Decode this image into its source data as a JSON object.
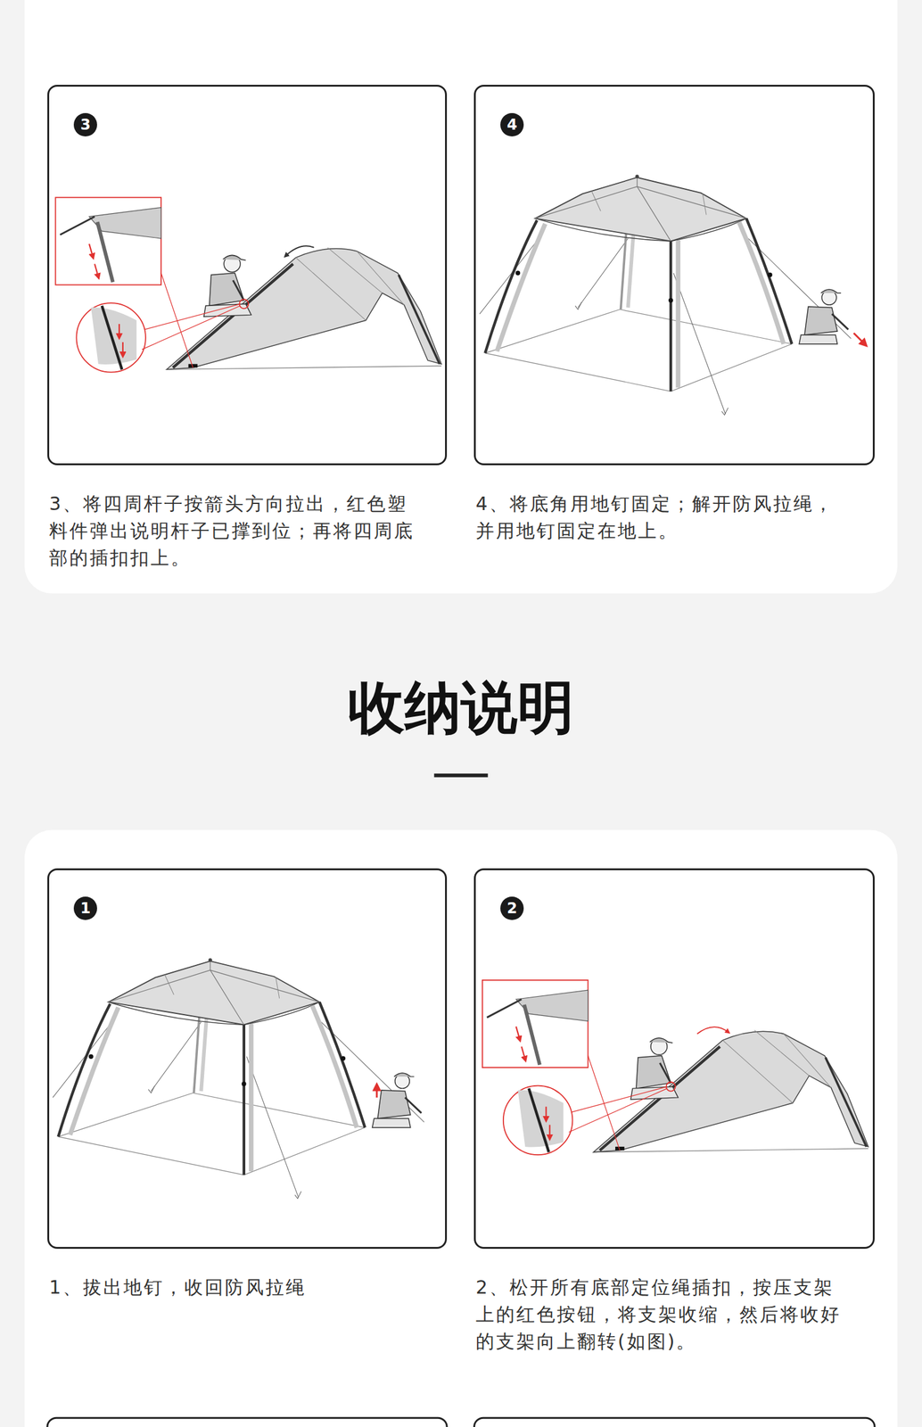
{
  "diagram": {
    "title": "收纳说明",
    "nodes": [
      {
        "text": [
          "3、将四周杆子按箭头方向拉出，红色塑料件弹出说明杆子已撑到位；再将四周底部的插扣扣上。"
        ]
      },
      {
        "text": [
          "3"
        ],
        "in": 0
      },
      {
        "text": [
          "4、将底角用地钉固定；解开防风拉绳，并用地钉固定在地上。"
        ]
      },
      {
        "text": [
          "4"
        ],
        "in": 2
      },
      {
        "text": [
          "1、拔出地钉，收回防风拉绳"
        ]
      },
      {
        "text": [
          "1"
        ],
        "in": 4
      },
      {
        "text": [
          "2、松开所有底部定位绳插扣，按压支架上的红色按钮，将支架收缩，然后将收好的支架向上翻转(如图)。"
        ]
      },
      {
        "text": [
          "2"
        ],
        "in": 6
      }
    ]
  }
}
